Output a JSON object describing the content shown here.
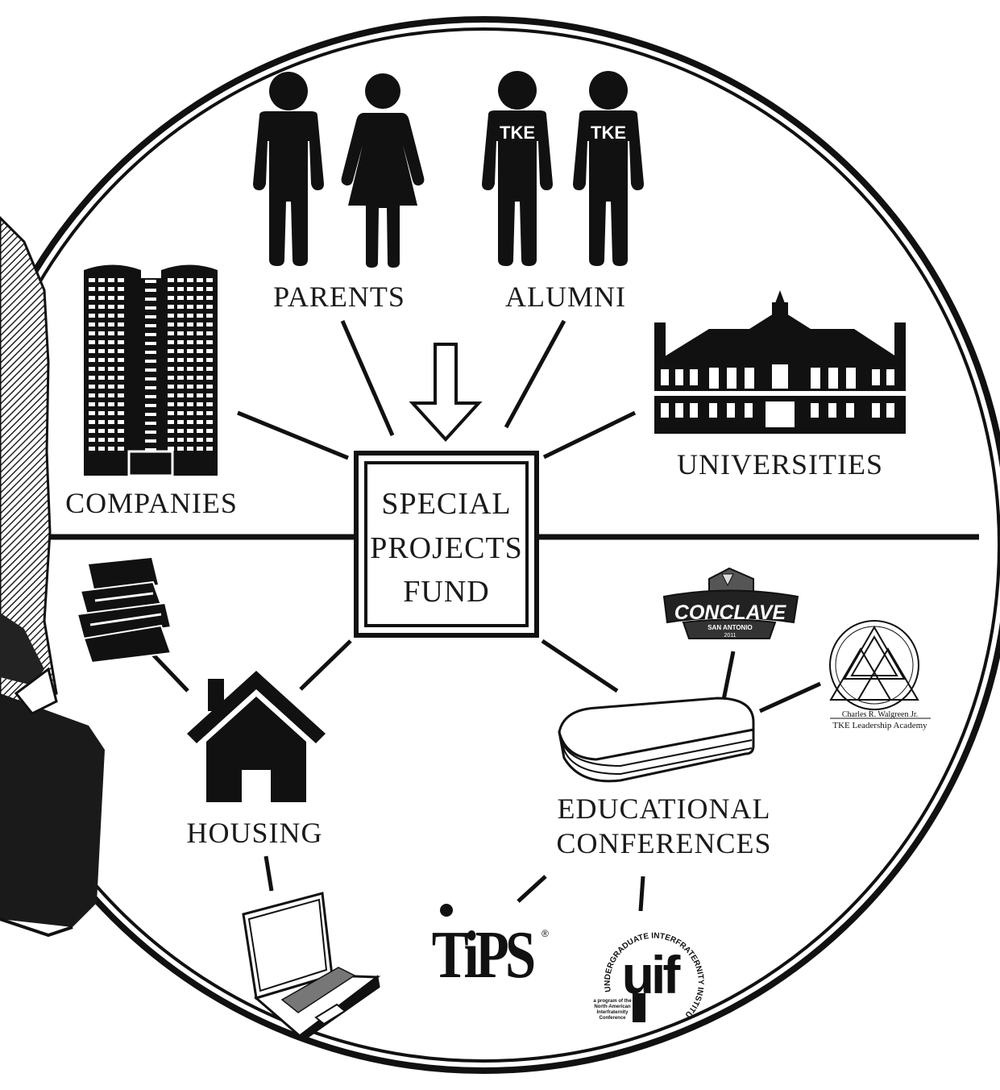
{
  "center": {
    "line1": "SPECIAL",
    "line2": "PROJECTS",
    "line3": "FUND"
  },
  "sources": {
    "parents": "PARENTS",
    "alumni": "ALUMNI",
    "companies": "COMPANIES",
    "universities": "UNIVERSITIES",
    "shirt_text": "TKE"
  },
  "uses": {
    "housing": "HOUSING",
    "educational_line1": "EDUCATIONAL",
    "educational_line2": "CONFERENCES"
  },
  "logos": {
    "conclave": "CONCLAVE",
    "conclave_city": "SAN ANTONIO",
    "conclave_year": "2011",
    "academy_line1": "Charles R. Walgreen Jr.",
    "academy_line2": "TKE Leadership Academy",
    "tips": "TiPS",
    "tips_mark": "®",
    "uifi_letters": "uif",
    "uifi_ring": "UNDERGRADUATE INTERFRATERNITY INSTITUTE",
    "uifi_tag1": "a program of the",
    "uifi_tag2": "North-American",
    "uifi_tag3": "Interfraternity",
    "uifi_tag4": "Conference"
  }
}
